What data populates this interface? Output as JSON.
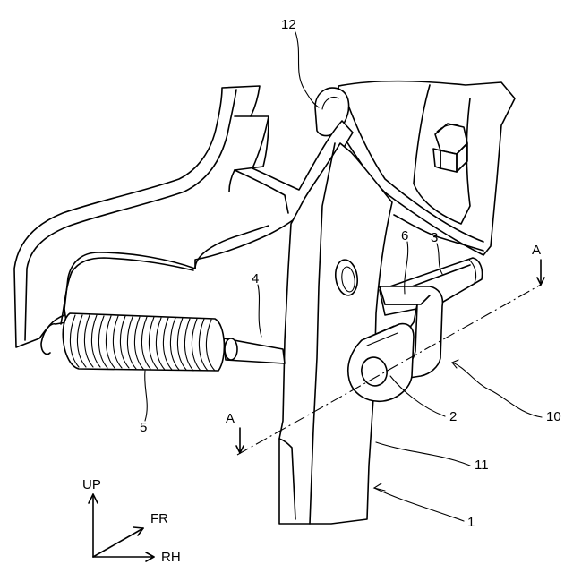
{
  "labels": {
    "part_12": "12",
    "part_6": "6",
    "part_3": "3",
    "section_a_top": "A",
    "part_4": "4",
    "part_5": "5",
    "part_2": "2",
    "part_10": "10",
    "section_a_bottom": "A",
    "part_11": "11",
    "part_1": "1"
  },
  "axes": {
    "up": "UP",
    "fr": "FR",
    "rh": "RH"
  }
}
